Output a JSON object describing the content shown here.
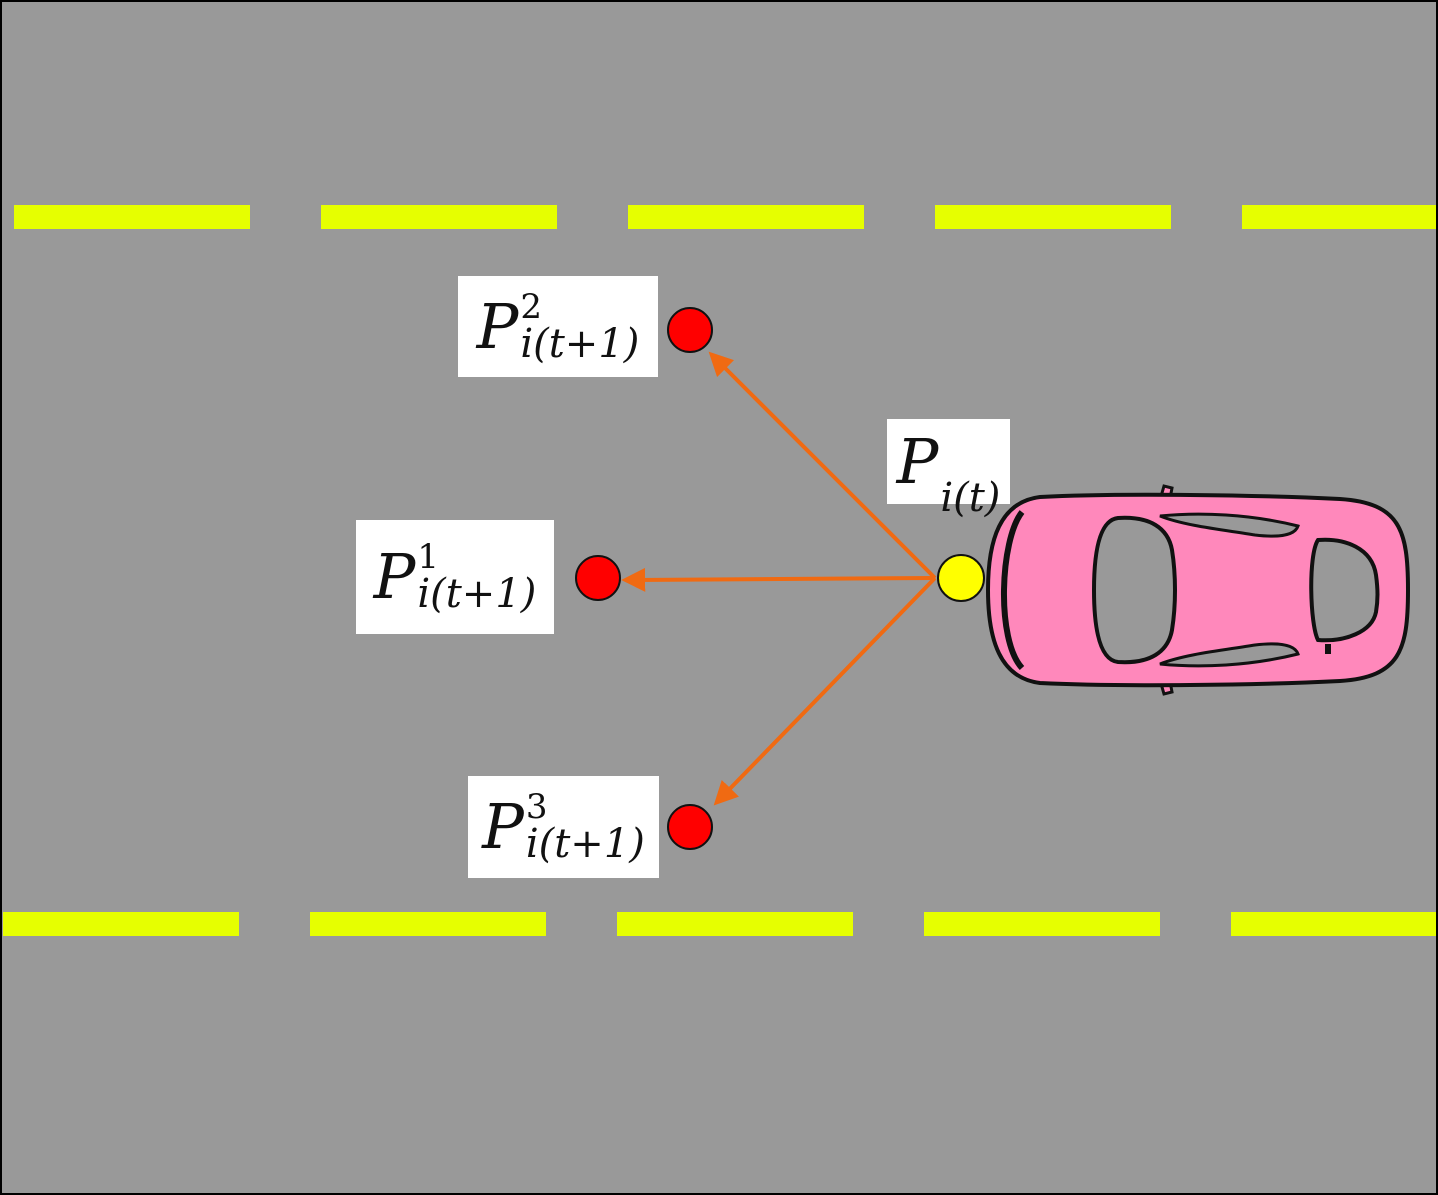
{
  "colors": {
    "road": "#999999",
    "lane_marking": "#e6ff00",
    "arrow": "#f06a12",
    "current_point": "#ffff00",
    "candidate_point": "#ff0000",
    "car_body": "#ff88bb"
  },
  "labels": {
    "current": {
      "symbol": "P",
      "subscript": "i(t)"
    },
    "candidate_1": {
      "symbol": "P",
      "superscript": "1",
      "subscript": "i(t+1)"
    },
    "candidate_2": {
      "symbol": "P",
      "superscript": "2",
      "subscript": "i(t+1)"
    },
    "candidate_3": {
      "symbol": "P",
      "superscript": "3",
      "subscript": "i(t+1)"
    }
  },
  "icons": {
    "vehicle": "car-icon"
  }
}
